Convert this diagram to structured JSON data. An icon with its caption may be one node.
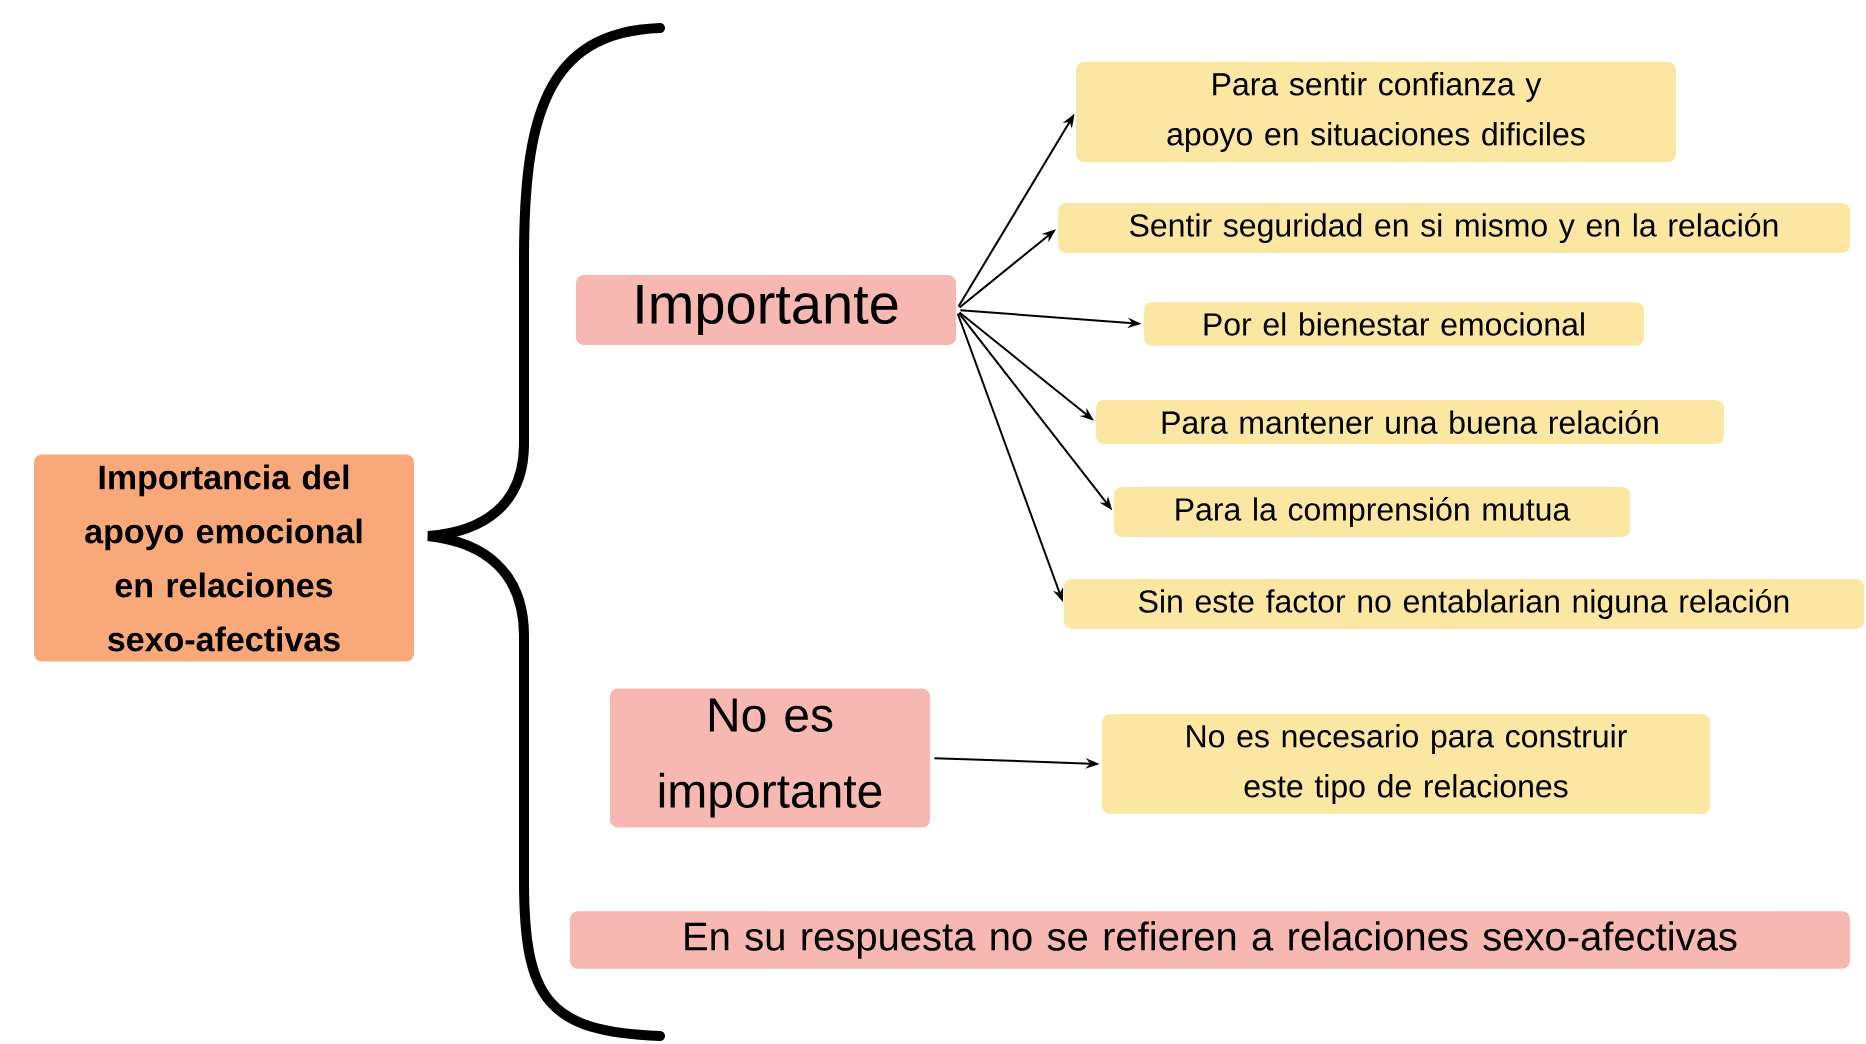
{
  "diagram": {
    "nodes": [
      {
        "text": [
          "Importancia del apoyo emocional en relaciones sexo-afectivas"
        ]
      },
      {
        "text": [
          "Importante"
        ]
      },
      {
        "text": [
          "Para sentir confianza y apoyo en situaciones dificiles"
        ]
      },
      {
        "text": [
          "Sentir seguridad en si mismo y en la relación"
        ]
      },
      {
        "text": [
          "Por el bienestar emocional"
        ]
      },
      {
        "text": [
          "Para mantener una buena relación"
        ]
      },
      {
        "text": [
          "Para la comprensión mutua"
        ]
      },
      {
        "text": [
          "Sin este factor no entablarian niguna relación"
        ]
      },
      {
        "text": [
          "No es importante"
        ]
      },
      {
        "text": [
          "No es necesario para construir este tipo de relaciones"
        ]
      },
      {
        "text": [
          "En su respuesta no se refieren a relaciones sexo-afectivas"
        ]
      }
    ],
    "edges": [
      {
        "from": 1,
        "to": 2,
        "arrow": "to"
      },
      {
        "from": 1,
        "to": 3,
        "arrow": "to"
      },
      {
        "from": 1,
        "to": 4,
        "arrow": "to"
      },
      {
        "from": 1,
        "to": 5,
        "arrow": "to"
      },
      {
        "from": 1,
        "to": 6,
        "arrow": "to"
      },
      {
        "from": 1,
        "to": 7,
        "arrow": "to"
      },
      {
        "from": 8,
        "to": 9,
        "arrow": "to"
      }
    ]
  }
}
